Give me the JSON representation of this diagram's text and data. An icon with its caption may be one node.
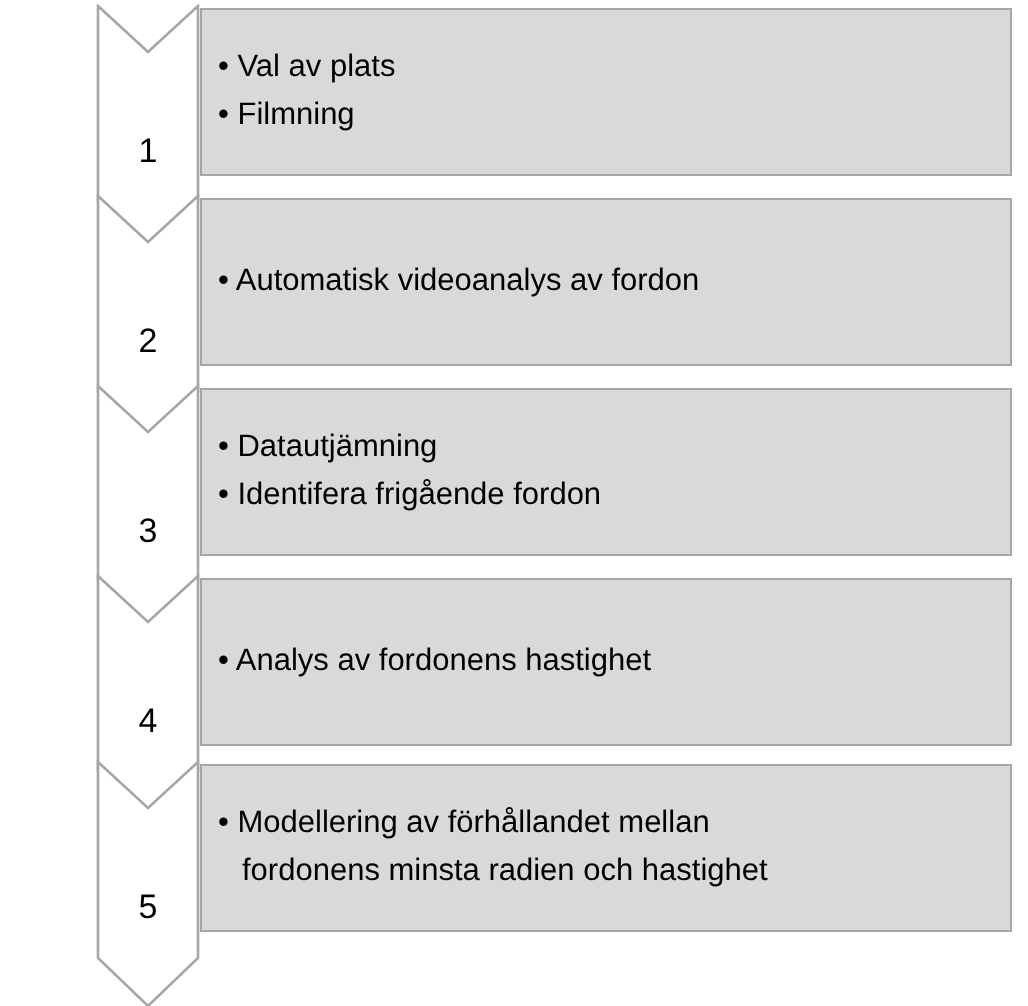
{
  "diagram": {
    "nodes": [
      {
        "text": [
          "1"
        ]
      },
      {
        "text": [
          "• Val av plats",
          "• Filmning"
        ]
      },
      {
        "text": [
          "2"
        ]
      },
      {
        "text": [
          "• Automatisk videoanalys av fordon"
        ]
      },
      {
        "text": [
          "3"
        ]
      },
      {
        "text": [
          "• Datautjämning",
          "• Identifera frigående fordon"
        ]
      },
      {
        "text": [
          "4"
        ]
      },
      {
        "text": [
          "• Analys av fordonens hastighet"
        ]
      },
      {
        "text": [
          "5"
        ]
      },
      {
        "text": [
          "• Modellering av förhållandet mellan fordonens minsta radien och hastighet"
        ]
      }
    ]
  }
}
